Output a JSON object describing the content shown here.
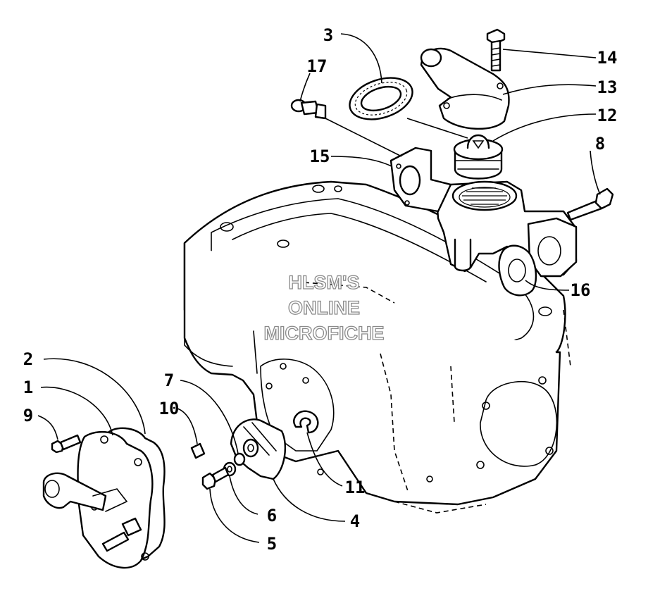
{
  "diagram": {
    "watermark_lines": [
      "HLSM'S",
      "ONLINE",
      "MICROFICHE"
    ],
    "callouts": [
      {
        "id": "callout-1",
        "label": "1"
      },
      {
        "id": "callout-2",
        "label": "2"
      },
      {
        "id": "callout-3",
        "label": "3"
      },
      {
        "id": "callout-4",
        "label": "4"
      },
      {
        "id": "callout-5",
        "label": "5"
      },
      {
        "id": "callout-6",
        "label": "6"
      },
      {
        "id": "callout-7",
        "label": "7"
      },
      {
        "id": "callout-8",
        "label": "8"
      },
      {
        "id": "callout-9",
        "label": "9"
      },
      {
        "id": "callout-10",
        "label": "10"
      },
      {
        "id": "callout-11",
        "label": "11"
      },
      {
        "id": "callout-12",
        "label": "12"
      },
      {
        "id": "callout-13",
        "label": "13"
      },
      {
        "id": "callout-14",
        "label": "14"
      },
      {
        "id": "callout-15",
        "label": "15"
      },
      {
        "id": "callout-16",
        "label": "16"
      },
      {
        "id": "callout-17",
        "label": "17"
      }
    ]
  }
}
